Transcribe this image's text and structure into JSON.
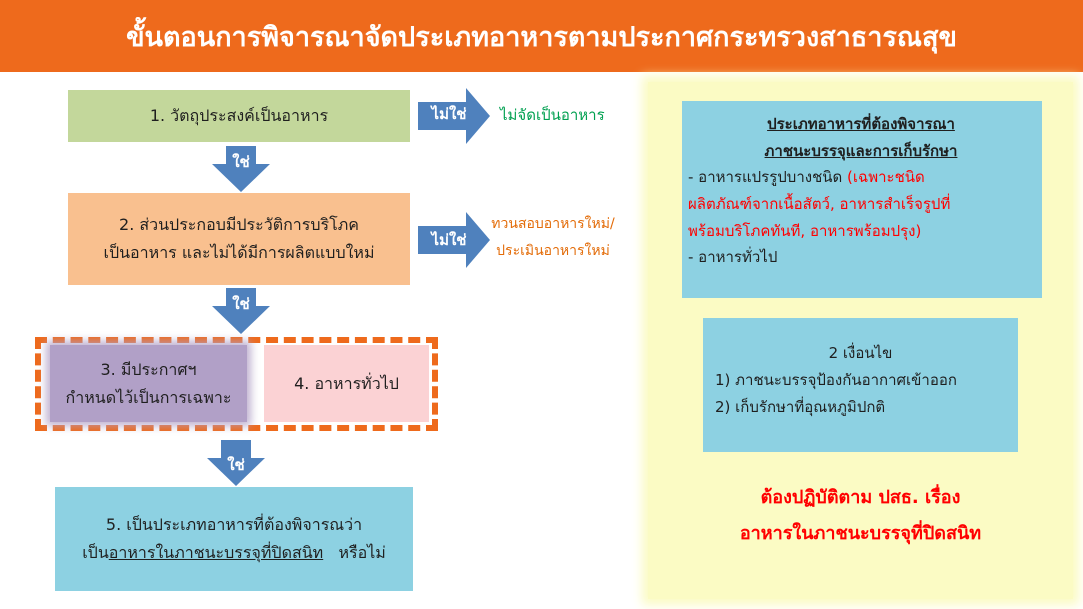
{
  "title": "ขั้นตอนการพิจารณาจัดประเภทอาหารตามประกาศกระทรวงสาธารณสุข",
  "flow": {
    "step1": "1. วัตถุประสงค์เป็นอาหาร",
    "no1_label": "ไม่ใช่",
    "no1_result": "ไม่จัดเป็นอาหาร",
    "yes1_label": "ใช่",
    "step2_line1": "2. ส่วนประกอบมีประวัติการบริโภค",
    "step2_line2": "เป็นอาหาร และไม่ได้มีการผลิตแบบใหม่",
    "no2_label": "ไม่ใช่",
    "no2_result_line1": "ทวนสอบอาหารใหม่/",
    "no2_result_line2": "ประเมินอาหารใหม่",
    "yes2_label": "ใช่",
    "step3_line1": "3. มีประกาศฯ",
    "step3_line2": "กำหนดไว้เป็นการเฉพาะ",
    "step4": "4. อาหารทั่วไป",
    "yes3_label": "ใช่",
    "step5_line1": "5. เป็นประเภทอาหารที่ต้องพิจารณว่า",
    "step5_line2_pre": "เป็น",
    "step5_line2_link": "อาหารในภาชนะบรรจุที่ปิดสนิท",
    "step5_line2_post": "หรือไม่"
  },
  "panel": {
    "types_heading_line1": "ประเภทอาหารที่ต้องพิจารณา",
    "types_heading_line2": "ภาชนะบรรจุและการเก็บรักษา",
    "types_item1_prefix": "- อาหารแปรรูปบางชนิด ",
    "types_item1_red": "(เฉพาะชนิด",
    "types_item1_red_line2": "ผลิตภัณฑ์จากเนื้อสัตว์, อาหารสำเร็จรูปที่",
    "types_item1_red_line3": "พร้อมบริโภคทันที, อาหารพร้อมปรุง)",
    "types_item2": "- อาหารทั่วไป",
    "cond_heading": "2 เงื่อนไข",
    "cond_item1": "1) ภาชนะบรรจุป้องกันอากาศเข้าออก",
    "cond_item2": "2) เก็บรักษาที่อุณหภูมิปกติ",
    "note_line1": "ต้องปฏิบัติตาม ปสธ. เรื่อง",
    "note_line2": "อาหารในภาชนะบรรจุที่ปิดสนิท"
  },
  "colors": {
    "title_bg": "#ee6a1c",
    "arrow": "#4f81bd",
    "highlight_dash": "#ee6a1c",
    "green_text": "#00a050",
    "orange_text": "#e36c09",
    "red_text": "#ff0000"
  }
}
